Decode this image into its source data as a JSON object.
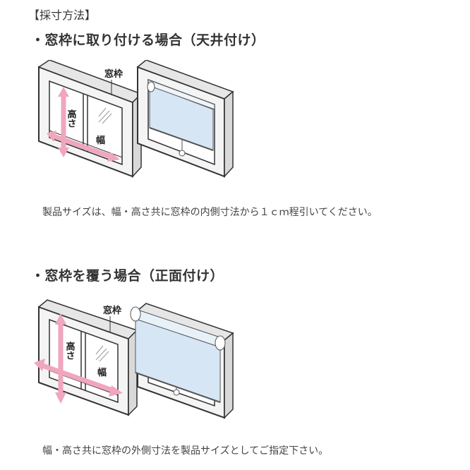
{
  "heading": "【採寸方法】",
  "section1": {
    "title": "・窓枠に取り付ける場合（天井付け）",
    "label_frame": "窓枠",
    "label_height": "高さ",
    "label_width": "幅",
    "note": "製品サイズは、幅・高さ共に窓枠の内側寸法から１ｃｍ程引いてください。"
  },
  "section2": {
    "title": "・窓枠を覆う場合（正面付け）",
    "label_frame": "窓枠",
    "label_height": "高さ",
    "label_width": "幅",
    "note": "幅・高さ共に窓枠の外側寸法を製品サイズとしてご指定下さい。"
  },
  "colors": {
    "arrow": "#f0a6bd",
    "blind": "#d6e6f5",
    "frame_fill": "#f2f2f2",
    "frame_stroke": "#333333"
  }
}
